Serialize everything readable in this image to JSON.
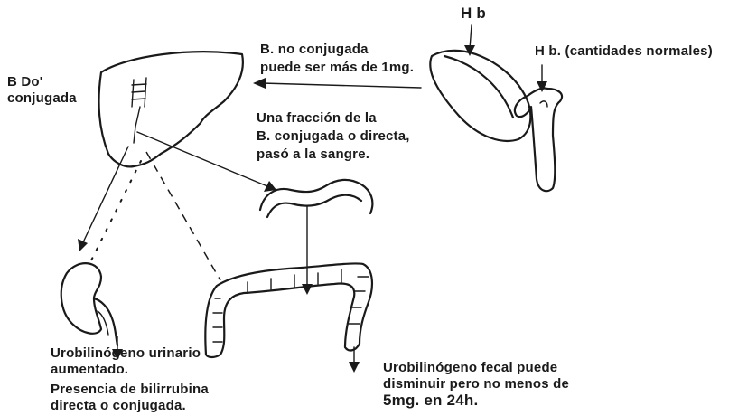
{
  "labels": {
    "hb_top": "H b",
    "hb_normal": "H b. (cantidades normales)",
    "bdo": "B Do'",
    "conjugada": "conjugada",
    "b_no_conj_1": "B. no conjugada",
    "b_no_conj_2": "puede ser más de 1mg.",
    "fraccion_1": "Una fracción de la",
    "fraccion_2": "B. conjugada o directa,",
    "fraccion_3": "pasó a la sangre.",
    "urob_urin_1": "Urobilinógeno urinario",
    "urob_urin_2": "aumentado.",
    "presencia_1": "Presencia de bilirrubina",
    "presencia_2": "directa o conjugada.",
    "urob_fecal_1": "Urobilinógeno fecal puede",
    "urob_fecal_2": "disminuir pero no menos de",
    "urob_fecal_3": "5mg. en 24h."
  }
}
